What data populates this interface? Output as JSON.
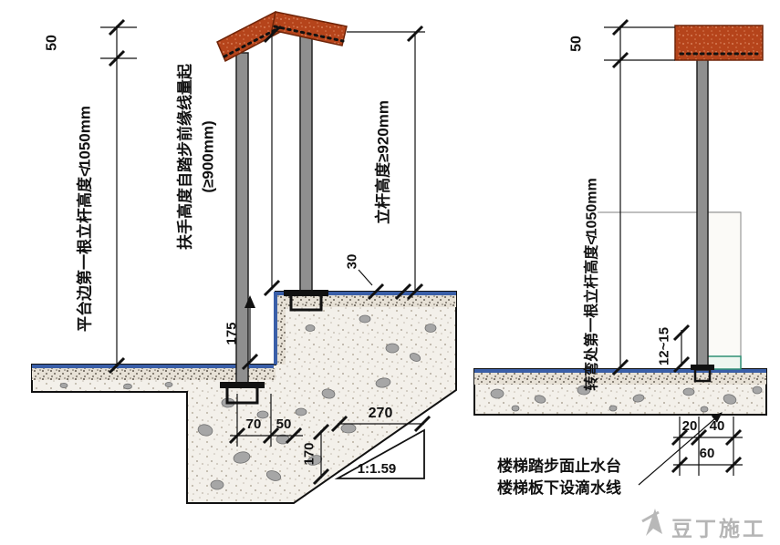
{
  "left": {
    "dim_rail_50": "50",
    "label_platform_post_height": "平台边第一根立杆高度≮1050mm",
    "label_handrail_from_nosing": "扶手高度自踏步前缘线量起",
    "label_handrail_min": "(≥900mm)",
    "label_post_height": "立杆高度≥920mm",
    "dim_30": "30",
    "dim_175": "175",
    "dim_70": "70",
    "dim_50b": "50",
    "dim_270": "270",
    "dim_170": "170",
    "slope_ratio": "1:1.59"
  },
  "right": {
    "dim_rail_50": "50",
    "label_corner_post_height": "转弯处第一根立杆高度≮1050mm",
    "dim_12_15": "12~15",
    "dim_20": "20",
    "dim_40": "40",
    "dim_60": "60"
  },
  "notes": {
    "line1": "楼梯踏步面止水台",
    "line2": "楼梯板下设滴水线"
  },
  "watermark": {
    "text": "豆丁施工"
  },
  "colors": {
    "handrail": "#b5441b",
    "surface_line": "#3a5fa8",
    "post": "#8f8f8f",
    "concrete_bg": "#f3f0ea"
  }
}
